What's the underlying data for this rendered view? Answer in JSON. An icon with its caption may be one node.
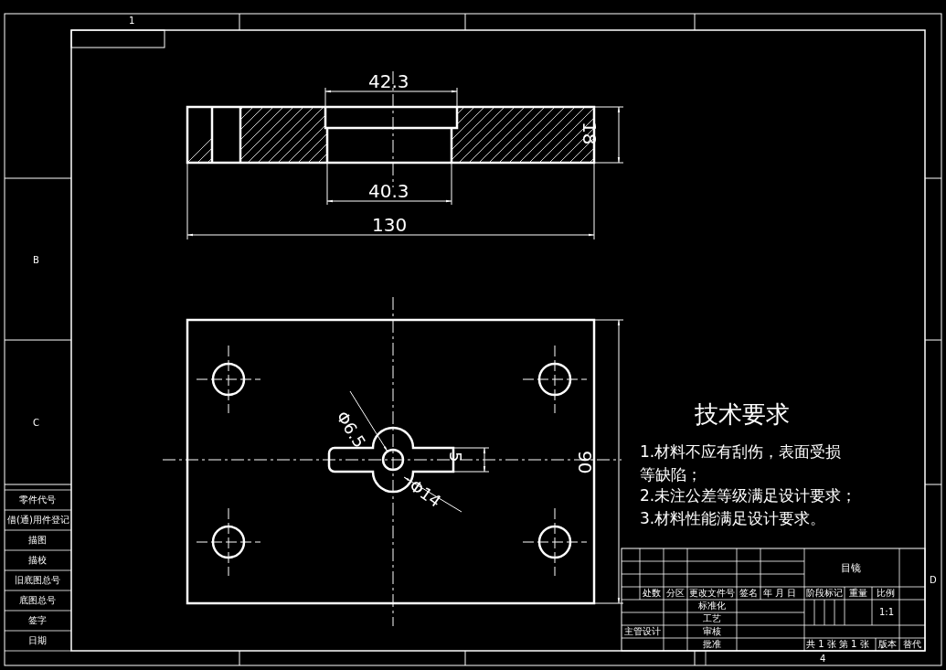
{
  "diagram": {
    "title": "技术要求",
    "labels": [
      "1",
      "42.3",
      "18",
      "40.3",
      "130",
      "B",
      "C",
      "Φ6.5",
      "5",
      "90",
      "Φ14",
      "1.材料不应有刮伤，表面受损等缺陷；",
      "2.未注公差等级满足设计要求；",
      "3.材料性能满足设计要求。",
      "零件代号",
      "借(通)用件登记",
      "描图",
      "描校",
      "旧底图总号",
      "底图总号",
      "签字",
      "日期",
      "目镜",
      "D",
      "处数",
      "分区",
      "更改文件号",
      "签名",
      "年 月 日",
      "阶段标记",
      "重量",
      "比例",
      "标准化",
      "1:1",
      "工艺",
      "主管设计",
      "审核",
      "批准",
      "共 1 张 第 1 张",
      "版本",
      "替代",
      "4"
    ]
  }
}
